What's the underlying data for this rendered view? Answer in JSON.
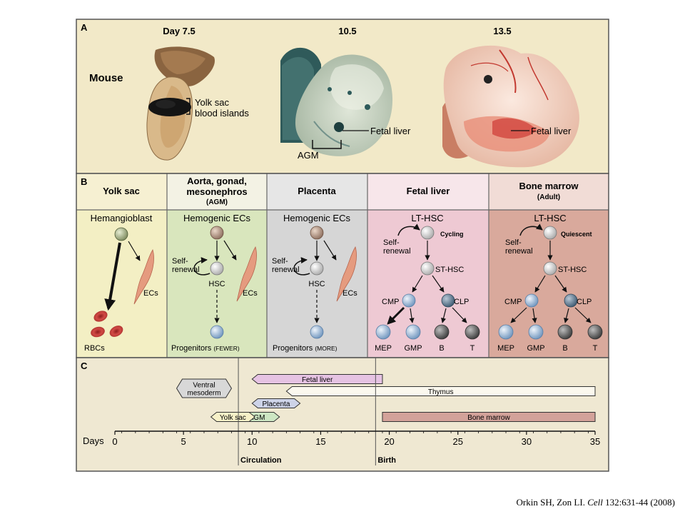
{
  "panel_a": {
    "letter": "A",
    "species": "Mouse",
    "stages": [
      "Day 7.5",
      "10.5",
      "13.5"
    ],
    "labels": {
      "yolk_sac": "Yolk sac",
      "blood_islands": "blood islands",
      "fetal_liver_1": "Fetal liver",
      "agm": "AGM",
      "fetal_liver_2": "Fetal liver"
    }
  },
  "panel_b": {
    "letter": "B",
    "columns": [
      {
        "title_lines": [
          "Yolk sac"
        ],
        "header_color": "#f6f0d2",
        "body_color": "#f3efc4"
      },
      {
        "title_lines": [
          "Aorta, gonad,",
          "mesonephros",
          "(AGM)"
        ],
        "header_color": "#f3f2e4",
        "body_color": "#d9e6bd"
      },
      {
        "title_lines": [
          "Placenta"
        ],
        "header_color": "#e6e6e6",
        "body_color": "#d6d6d6"
      },
      {
        "title_lines": [
          "Fetal liver"
        ],
        "header_color": "#f7e6ea",
        "body_color": "#eec9d3"
      },
      {
        "title_lines": [
          "Bone marrow",
          "(Adult)"
        ],
        "header_color": "#f1dcd6",
        "body_color": "#d9a99c"
      }
    ],
    "yolk_sac": {
      "top": "Hemangioblast",
      "rbc": "RBCs",
      "ec": "ECs"
    },
    "agm": {
      "top": "Hemogenic ECs",
      "self_renewal": [
        "Self-",
        "renewal"
      ],
      "hsc": "HSC",
      "ec": "ECs",
      "progenitors": "Progenitors",
      "note": "(FEWER)"
    },
    "placenta": {
      "top": "Hemogenic ECs",
      "self_renewal": [
        "Self-",
        "renewal"
      ],
      "hsc": "HSC",
      "ec": "ECs",
      "progenitors": "Progenitors",
      "note": "(MORE)"
    },
    "fetal_liver": {
      "top": "LT-HSC",
      "state": "Cycling",
      "self_renewal": [
        "Self-",
        "renewal"
      ],
      "st": "ST-HSC",
      "cmp": "CMP",
      "clp": "CLP",
      "leaves": [
        "MEP",
        "GMP",
        "B",
        "T"
      ]
    },
    "bone_marrow": {
      "top": "LT-HSC",
      "state": "Quiescent",
      "self_renewal": [
        "Self-",
        "renewal"
      ],
      "st": "ST-HSC",
      "cmp": "CMP",
      "clp": "CLP",
      "leaves": [
        "MEP",
        "GMP",
        "B",
        "T"
      ]
    }
  },
  "panel_c": {
    "letter": "C",
    "axis_label": "Days",
    "ticks": [
      0,
      5,
      10,
      15,
      20,
      25,
      30,
      35
    ],
    "markers": [
      {
        "day": 9,
        "label": "Circulation"
      },
      {
        "day": 19,
        "label": "Birth"
      }
    ],
    "bars": [
      {
        "label": "Fetal liver",
        "start": 10,
        "end": 19.5,
        "shape": "arrow-left",
        "fill": "#e6c3e3"
      },
      {
        "label": "Ventral\nmesoderm",
        "start": 4.5,
        "end": 8.5,
        "shape": "hexagon",
        "fill": "#d8d8d8"
      },
      {
        "label": "Placenta",
        "start": 10,
        "end": 13.5,
        "shape": "hexagon",
        "fill": "#cdd3e8"
      },
      {
        "label": "AGM",
        "start": 8.7,
        "end": 12,
        "shape": "hexagon",
        "fill": "#cde6c3"
      },
      {
        "label": "Thymus",
        "start": 12.5,
        "end": 35,
        "shape": "arrow-left",
        "fill": "#fbf8ee"
      },
      {
        "label": "Yolk sac",
        "start": 7,
        "end": 10.2,
        "shape": "hexagon",
        "fill": "#f7f1c8"
      },
      {
        "label": "Bone marrow",
        "start": 19.5,
        "end": 35,
        "shape": "rect",
        "fill": "#d3a29a"
      }
    ]
  },
  "citation": {
    "authors": "Orkin SH, Zon LI.",
    "journal": "Cell",
    "ref": "132:631-44 (2008)"
  },
  "colors": {
    "panel_a_bg": "#f2e9c8",
    "panel_c_bg": "#efe8d2",
    "frame": "#555555",
    "cell_green": "#9aa67b",
    "cell_brown": "#a58b7a",
    "cell_white": "#dedede",
    "cell_blue": "#a9c3df",
    "cell_dark": "#666666",
    "rbc": "#c0312f",
    "ec": "#e59b7f"
  }
}
